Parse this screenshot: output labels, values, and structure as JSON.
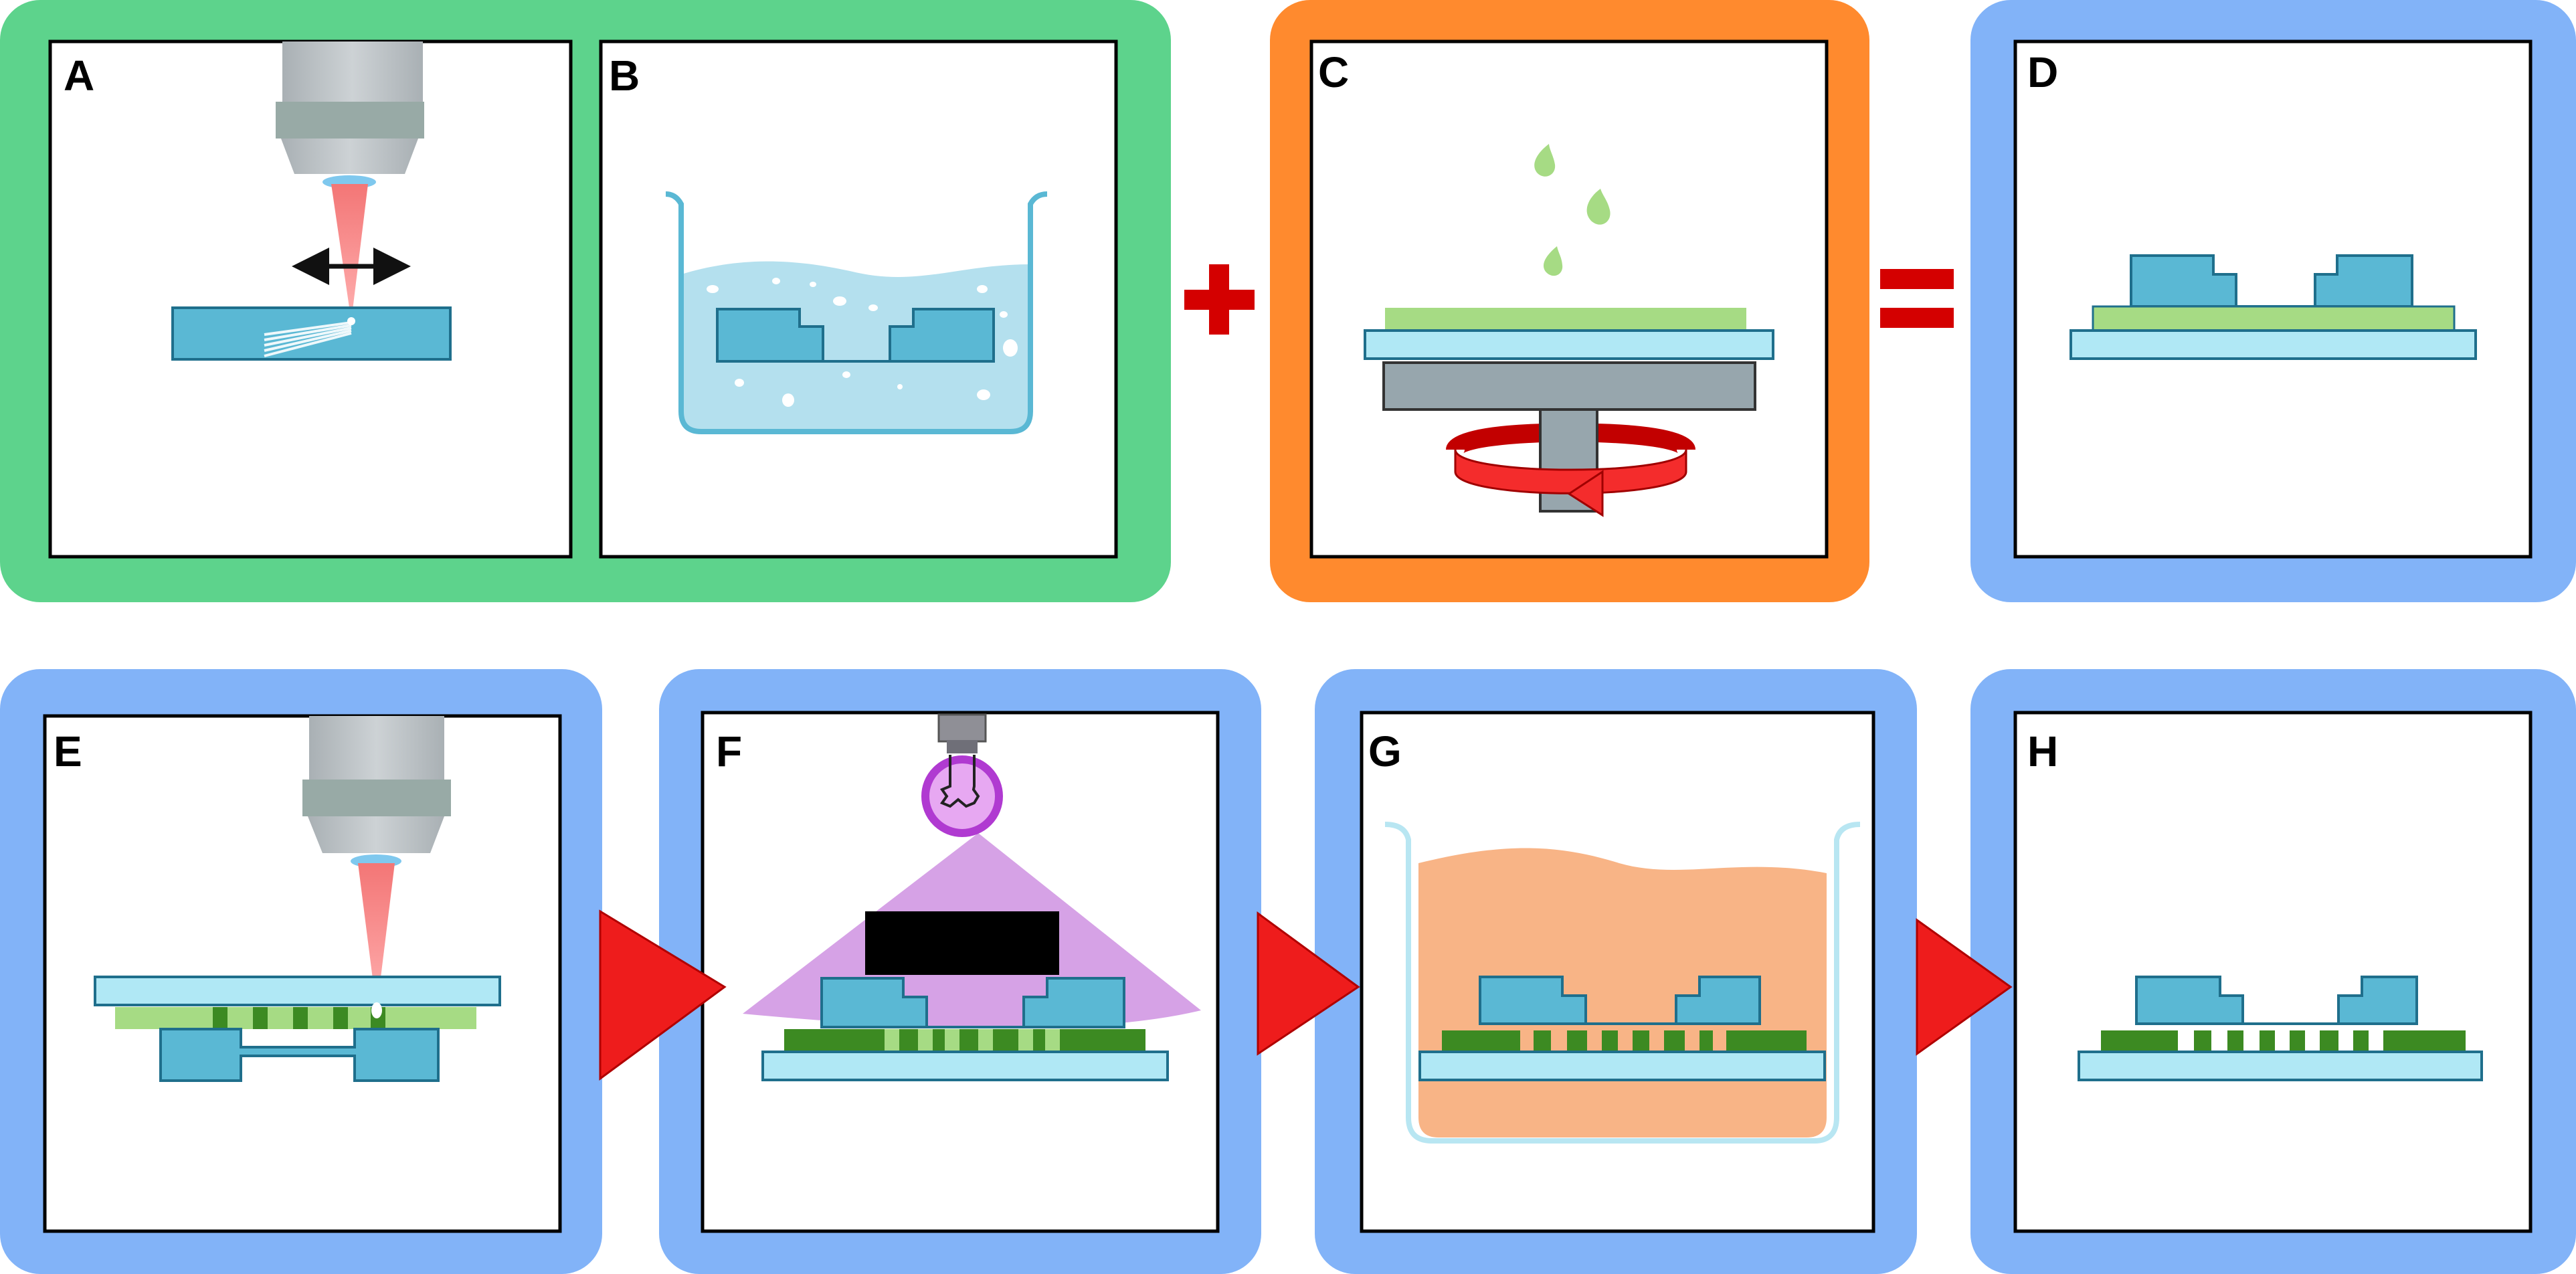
{
  "panels": [
    {
      "id": "A",
      "label": "A"
    },
    {
      "id": "B",
      "label": "B"
    },
    {
      "id": "C",
      "label": "C"
    },
    {
      "id": "D",
      "label": "D"
    },
    {
      "id": "E",
      "label": "E"
    },
    {
      "id": "F",
      "label": "F"
    },
    {
      "id": "G",
      "label": "G"
    },
    {
      "id": "H",
      "label": "H"
    }
  ],
  "colors": {
    "green_frame": "#5dd38c",
    "orange_frame": "#ff8a2e",
    "blue_frame": "#82b3f8",
    "operator_red": "#d40000",
    "arrow_red": "#ee1c1c",
    "substrate_blue": "#5ab8d4",
    "glass": "#b0e8f5",
    "film_light_green": "#a6db84",
    "film_dark_green": "#3c8a22",
    "objective_gray": "#bfc4c8",
    "objective_band": "#98aaa6",
    "laser_pink": "#f57a7a",
    "uv_purple": "#d6a2e6",
    "bulb_purple": "#b03ad1",
    "developer_orange": "#f8b486",
    "water_blue": "#b4e0ee",
    "spin_chuck_gray": "#97a6ad",
    "spin_red": "#f42c2c"
  }
}
